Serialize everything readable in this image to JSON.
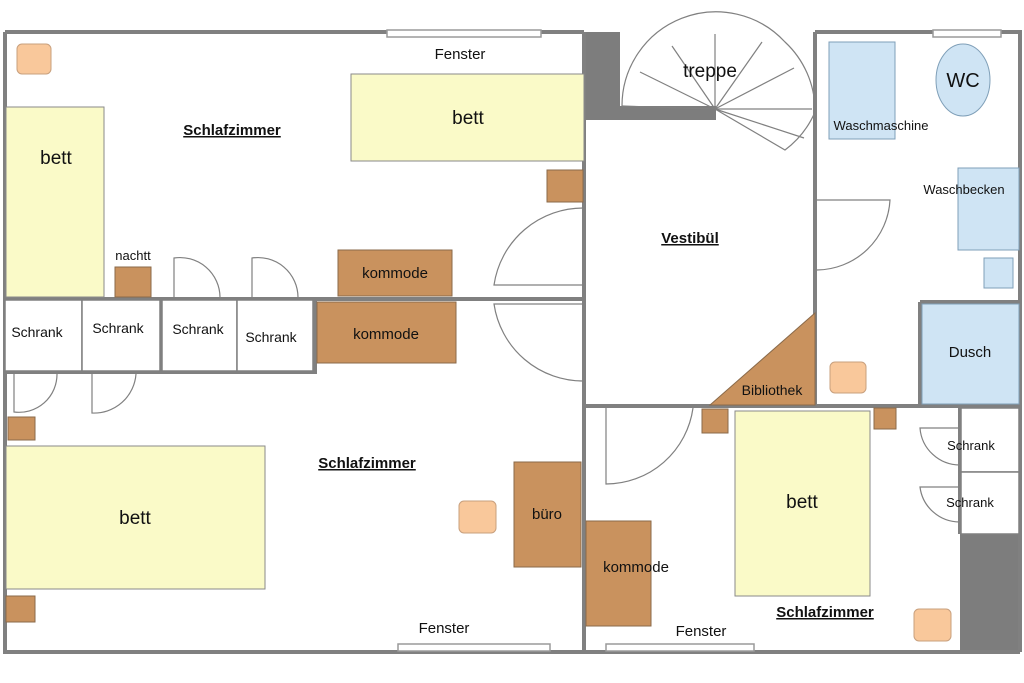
{
  "rooms": {
    "schlafzimmer_top": "Schlafzimmer",
    "schlafzimmer_middle": "Schlafzimmer",
    "schlafzimmer_bottom_right": "Schlafzimmer",
    "vestibuel": "Vestibül"
  },
  "labels": {
    "fenster_top": "Fenster",
    "fenster_bottom_left": "Fenster",
    "fenster_bottom_right": "Fenster",
    "treppe": "treppe",
    "bett_top_left": "bett",
    "bett_top_right": "bett",
    "bett_middle": "bett",
    "bett_bottom_right": "bett",
    "nachtt": "nachtt",
    "kommode_top": "kommode",
    "kommode_middle": "kommode",
    "kommode_bottom": "kommode",
    "schrank_1": "Schrank",
    "schrank_2": "Schrank",
    "schrank_3": "Schrank",
    "schrank_4": "Schrank",
    "schrank_5": "Schrank",
    "schrank_6": "Schrank",
    "buero": "büro",
    "bibliothek": "Bibliothek",
    "wc": "WC",
    "waschmaschine": "Waschmaschine",
    "waschbecken": "Waschbecken",
    "dusch": "Dusch"
  },
  "colors": {
    "bed": "#fafac8",
    "furniture": "#c9925e",
    "lamp": "#f9c89b",
    "sanitary": "#cfe4f4",
    "wall": "#808080"
  }
}
